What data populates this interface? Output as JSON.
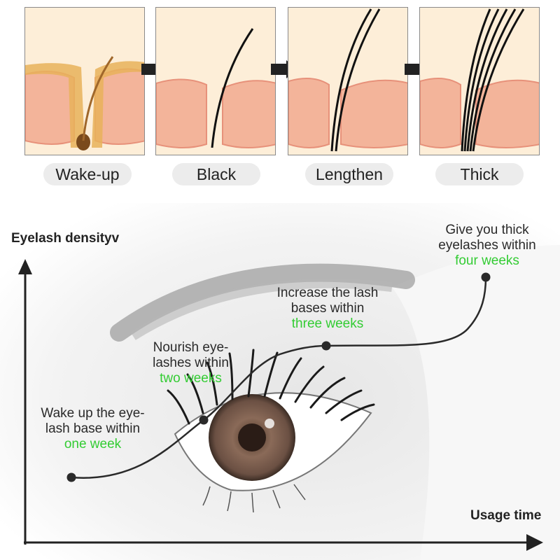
{
  "stages": [
    {
      "label": "Wake-up",
      "fig": "small-hair"
    },
    {
      "label": "Black",
      "fig": "one-lash"
    },
    {
      "label": "Lengthen",
      "fig": "two-lashes"
    },
    {
      "label": "Thick",
      "fig": "many-lashes"
    }
  ],
  "axis": {
    "y_title": "Eyelash densityv",
    "x_title": "Usage time"
  },
  "milestones": [
    {
      "text1": "Wake up the eye-",
      "text2": "lash base within",
      "highlight": "one week"
    },
    {
      "text1": "Nourish eye-",
      "text2": "lashes within",
      "highlight": "two weeks"
    },
    {
      "text1": "Increase the lash",
      "text2": "bases within",
      "highlight": "three weeks"
    },
    {
      "text1": "Give you thick",
      "text2": "eyelashes within",
      "highlight": "four weeks"
    }
  ],
  "colors": {
    "highlight": "#33cc33",
    "skin": "#f3b49a",
    "skin_fill": "#fbe6c6",
    "curve": "#2a2a2a"
  }
}
